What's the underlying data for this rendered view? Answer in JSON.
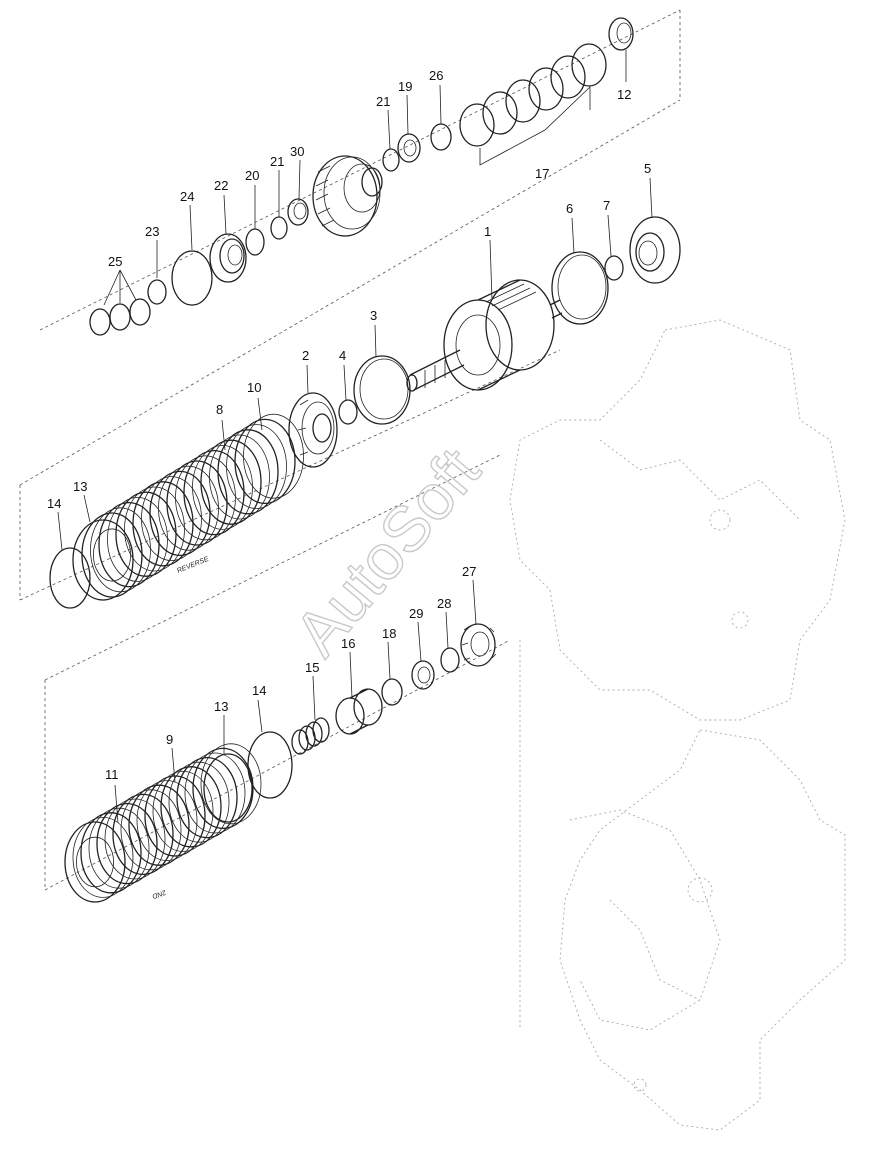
{
  "watermark": "AutoSoft",
  "part_labels": {
    "p1": "1",
    "p2": "2",
    "p3": "3",
    "p4": "4",
    "p5": "5",
    "p6": "6",
    "p7": "7",
    "p8": "8",
    "p9": "9",
    "p10": "10",
    "p11": "11",
    "p12": "12",
    "p13a": "13",
    "p13b": "13",
    "p14a": "14",
    "p14b": "14",
    "p15": "15",
    "p16": "16",
    "p17": "17",
    "p18": "18",
    "p19": "19",
    "p20": "20",
    "p21a": "21",
    "p21b": "21",
    "p22": "22",
    "p23": "23",
    "p24": "24",
    "p25": "25",
    "p26": "26",
    "p27": "27",
    "p28": "28",
    "p29": "29",
    "p30": "30"
  },
  "pack_markings": {
    "reverse": "REVERSE",
    "second": "2ND"
  }
}
